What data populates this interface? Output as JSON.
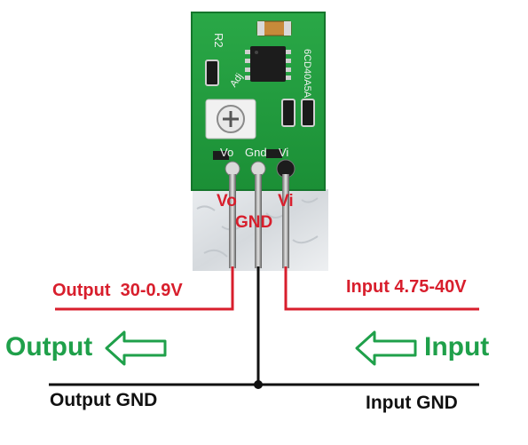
{
  "board": {
    "silkscreen_adj": "Adj",
    "silkscreen_r2": "R2",
    "silkscreen_part": "6CD40A5A",
    "pin_vo": "Vo",
    "pin_gnd": "Gnd",
    "pin_vi": "Vi"
  },
  "pins": {
    "vo": "Vo",
    "gnd": "GND",
    "vi": "Vi"
  },
  "labels": {
    "output_voltage": "Output  30-0.9V",
    "input_voltage": "Input 4.75-40V",
    "output": "Output",
    "input": "Input",
    "output_gnd": "Output GND",
    "input_gnd": "Input GND"
  },
  "colors": {
    "board": "#1f9a3c",
    "wire_red": "#d81e2c",
    "wire_black": "#111111",
    "arrow_green": "#1fa04a"
  }
}
